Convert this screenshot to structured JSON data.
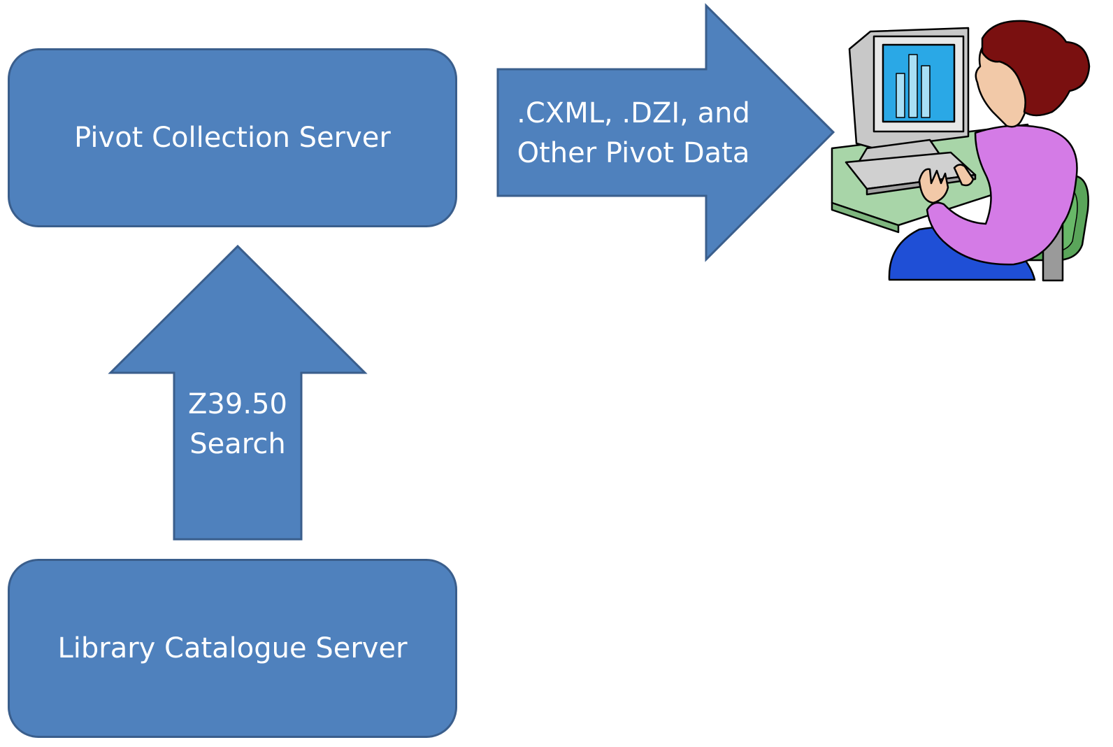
{
  "colors": {
    "shape_fill": "#4f81bd",
    "shape_stroke": "#3a5e8c",
    "text": "#ffffff",
    "background": "#ffffff"
  },
  "nodes": {
    "pivot_server": {
      "label": "Pivot Collection Server"
    },
    "library_server": {
      "label": "Library Catalogue Server"
    }
  },
  "arrows": {
    "data_out": {
      "line1": ".CXML, .DZI, and",
      "line2": "Other Pivot Data"
    },
    "search_up": {
      "line1": "Z39.50",
      "line2": "Search"
    }
  },
  "illustration": {
    "icon": "user-at-computer-icon"
  }
}
